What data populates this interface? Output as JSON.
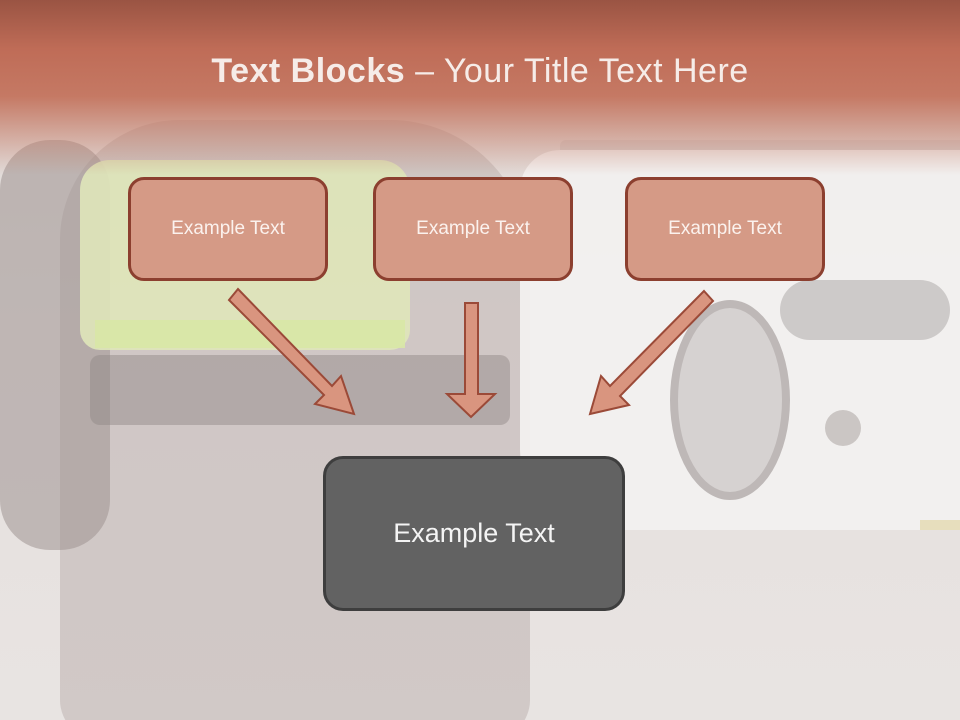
{
  "title": {
    "bold": "Text Blocks",
    "separator": " – ",
    "rest": "Your Title Text Here"
  },
  "blocks": [
    {
      "label": "Example Text"
    },
    {
      "label": "Example Text"
    },
    {
      "label": "Example Text"
    }
  ],
  "target": {
    "label": "Example Text"
  },
  "colors": {
    "header": "#c0705b",
    "block_fill": "#d59a86",
    "block_border": "#8c3f2f",
    "target_fill": "#626262",
    "arrow_fill": "#d9957f"
  }
}
